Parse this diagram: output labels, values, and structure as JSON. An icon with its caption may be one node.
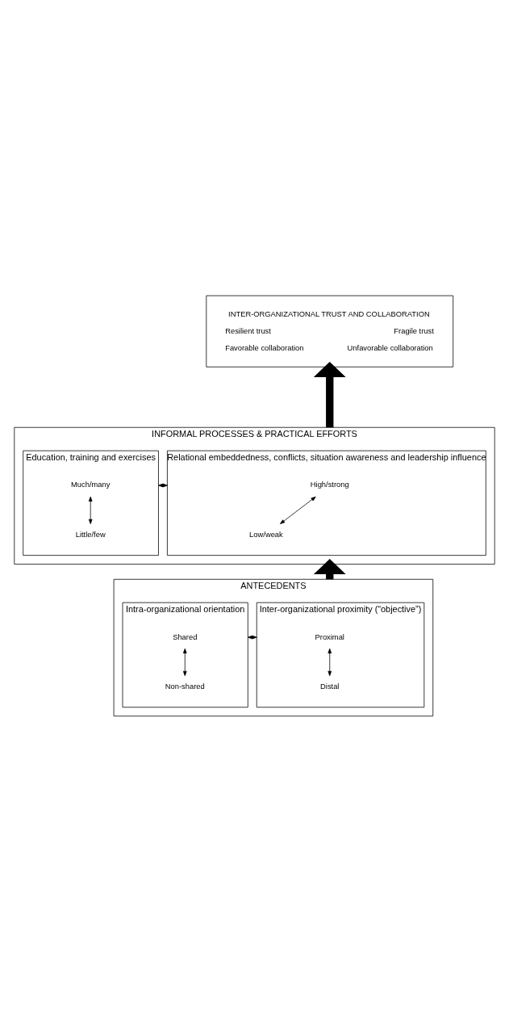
{
  "diagram": {
    "nodes": [
      {
        "text": [
          "INTER-ORGANIZATIONAL TRUST AND COLLABORATION",
          "Resilient trust",
          "Favorable collaboration",
          "Fragile trust",
          "Unfavorable collaboration"
        ]
      },
      {
        "text": [
          "INFORMAL PROCESSES & PRACTICAL EFFORTS"
        ]
      },
      {
        "text": [
          "Relational embeddedness, conflicts, situation awareness and leadership influence"
        ],
        "in": 1
      },
      {
        "text": [
          "High/strong"
        ],
        "in": 2
      },
      {
        "text": [
          "Low/weak"
        ],
        "in": 2
      },
      {
        "text": [
          "Education, training and exercises"
        ],
        "in": 1
      },
      {
        "text": [
          "Much/many"
        ],
        "in": 5
      },
      {
        "text": [
          "Little/few"
        ],
        "in": 5
      },
      {
        "text": [
          "ANTECEDENTS"
        ]
      },
      {
        "text": [
          "Inter-organizational proximity (“objective”)"
        ],
        "in": 8
      },
      {
        "text": [
          "Proximal"
        ],
        "in": 9
      },
      {
        "text": [
          "Distal"
        ],
        "in": 9
      },
      {
        "text": [
          "Intra-organizational orientation"
        ],
        "in": 8
      },
      {
        "text": [
          "Shared"
        ],
        "in": 12
      },
      {
        "text": [
          "Non-shared"
        ],
        "in": 12
      }
    ],
    "edges": [
      {
        "from": 1,
        "to": 0,
        "arrow": "to",
        "style": "thick"
      },
      {
        "from": 3,
        "to": 4,
        "arrow": "both"
      },
      {
        "from": 2,
        "to": 5,
        "arrow": "both"
      },
      {
        "from": 6,
        "to": 7,
        "arrow": "both"
      },
      {
        "from": 8,
        "to": 1,
        "arrow": "to",
        "style": "thick"
      },
      {
        "from": 10,
        "to": 11,
        "arrow": "both"
      },
      {
        "from": 9,
        "to": 12,
        "arrow": "both"
      },
      {
        "from": 13,
        "to": 14,
        "arrow": "both"
      }
    ]
  }
}
